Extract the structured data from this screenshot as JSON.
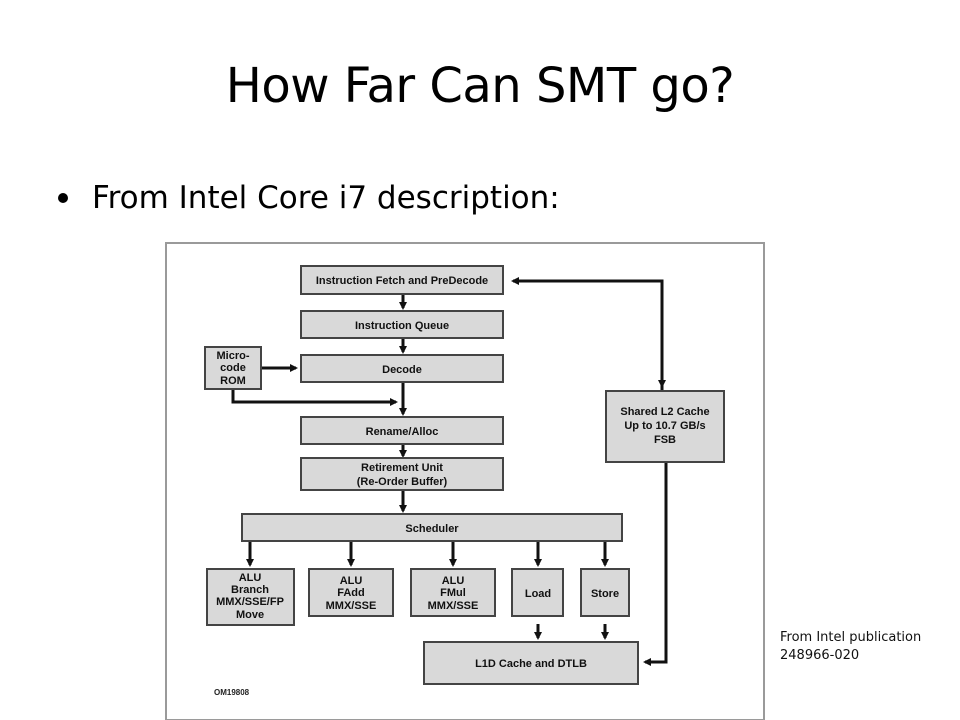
{
  "slide": {
    "title": "How Far Can SMT go?",
    "bullet": "From Intel Core i7 description:",
    "source_line1": "From Intel publication",
    "source_line2": "248966-020"
  },
  "diagram": {
    "figure_id": "OM19808",
    "boxes": {
      "fetch": "Instruction Fetch and PreDecode",
      "queue": "Instruction Queue",
      "decode": "Decode",
      "microcode": [
        "Micro-",
        "code",
        "ROM"
      ],
      "rename": "Rename/Alloc",
      "retire": [
        "Retirement Unit",
        "(Re-Order Buffer)"
      ],
      "scheduler": "Scheduler",
      "l2": [
        "Shared L2 Cache",
        "Up to 10.7 GB/s",
        "FSB"
      ],
      "alu1": [
        "ALU",
        "Branch",
        "MMX/SSE/FP",
        "Move"
      ],
      "alu2": [
        "ALU",
        "FAdd",
        "MMX/SSE"
      ],
      "alu3": [
        "ALU",
        "FMul",
        "MMX/SSE"
      ],
      "load": "Load",
      "store": "Store",
      "l1d": "L1D Cache and DTLB"
    }
  }
}
